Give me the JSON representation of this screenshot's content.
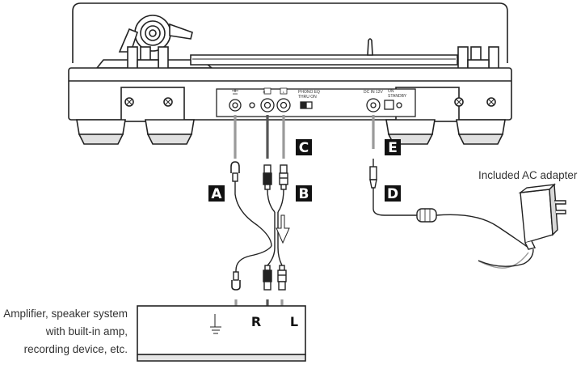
{
  "labels": {
    "a": "A",
    "b": "B",
    "c": "C",
    "d": "D",
    "e": "E"
  },
  "adapter_caption": "Included AC adapter",
  "amplifier_caption": [
    "Amplifier, speaker system",
    "with built-in amp,",
    "recording device, etc."
  ],
  "amp_terminals": {
    "right": "R",
    "left": "L"
  },
  "panel": {
    "r_jack": "R",
    "l_jack": "L",
    "phono_eq": "PHONO EQ",
    "thru_on": "THRU   ON",
    "dc_in": "DC IN 12V",
    "power_on": "ON",
    "power_standby": "STANDBY"
  },
  "colors": {
    "badge_bg": "#111111",
    "ink": "#222222",
    "cable_gray": "#9a9a9a",
    "shade": "#cfcfcf"
  }
}
